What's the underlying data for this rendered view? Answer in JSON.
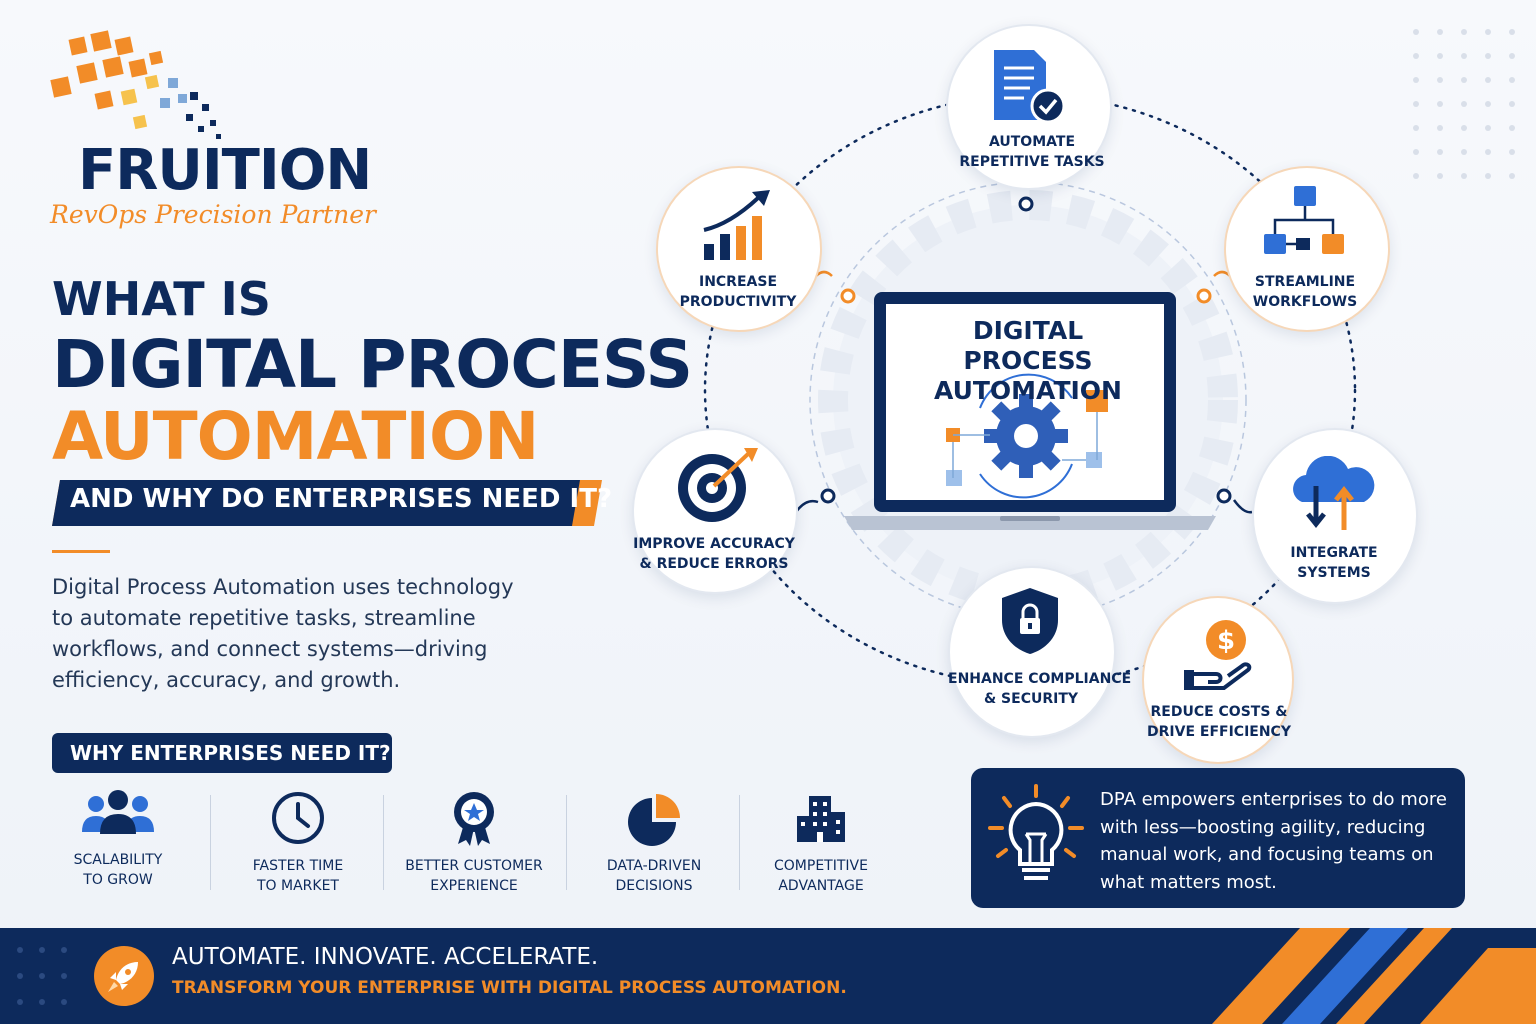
{
  "brand": {
    "name": "FRUITION",
    "tagline": "RevOps Precision Partner"
  },
  "headline": {
    "line1": "WHAT IS",
    "line2": "DIGITAL PROCESS",
    "line3": "AUTOMATION",
    "banner": "AND WHY DO ENTERPRISES NEED IT?"
  },
  "intro": "Digital Process Automation uses technology to automate repetitive tasks, streamline workflows, and connect systems—driving efficiency, accuracy, and growth.",
  "why": {
    "title": "WHY ENTERPRISES NEED IT?",
    "items": [
      {
        "line1": "SCALABILITY",
        "line2": "TO GROW",
        "icon": "team-icon"
      },
      {
        "line1": "FASTER TIME",
        "line2": "TO MARKET",
        "icon": "clock-icon"
      },
      {
        "line1": "BETTER CUSTOMER",
        "line2": "EXPERIENCE",
        "icon": "award-icon"
      },
      {
        "line1": "DATA-DRIVEN",
        "line2": "DECISIONS",
        "icon": "pie-chart-icon"
      },
      {
        "line1": "COMPETITIVE",
        "line2": "ADVANTAGE",
        "icon": "building-icon"
      }
    ]
  },
  "center": {
    "line1": "DIGITAL PROCESS",
    "line2": "AUTOMATION"
  },
  "nodes": [
    {
      "line1": "AUTOMATE",
      "line2": "REPETITIVE TASKS",
      "icon": "document-check-icon"
    },
    {
      "line1": "INCREASE",
      "line2": "PRODUCTIVITY",
      "icon": "growth-chart-icon"
    },
    {
      "line1": "STREAMLINE",
      "line2": "WORKFLOWS",
      "icon": "workflow-icon"
    },
    {
      "line1": "IMPROVE ACCURACY",
      "line2": "& REDUCE ERRORS",
      "icon": "target-icon"
    },
    {
      "line1": "INTEGRATE",
      "line2": "SYSTEMS",
      "icon": "cloud-sync-icon"
    },
    {
      "line1": "ENHANCE COMPLIANCE",
      "line2": "& SECURITY",
      "icon": "shield-lock-icon"
    },
    {
      "line1": "REDUCE COSTS &",
      "line2": "DRIVE EFFICIENCY",
      "icon": "hand-dollar-icon"
    }
  ],
  "quote": "DPA empowers enterprises to do more with less—boosting agility, reducing manual work, and focusing teams on what matters most.",
  "footer": {
    "line1": "AUTOMATE. INNOVATE. ACCELERATE.",
    "line2": "TRANSFORM YOUR ENTERPRISE WITH DIGITAL PROCESS AUTOMATION."
  },
  "colors": {
    "navy": "#0d2a5c",
    "orange": "#f28c28",
    "blue": "#2f6fd6"
  }
}
